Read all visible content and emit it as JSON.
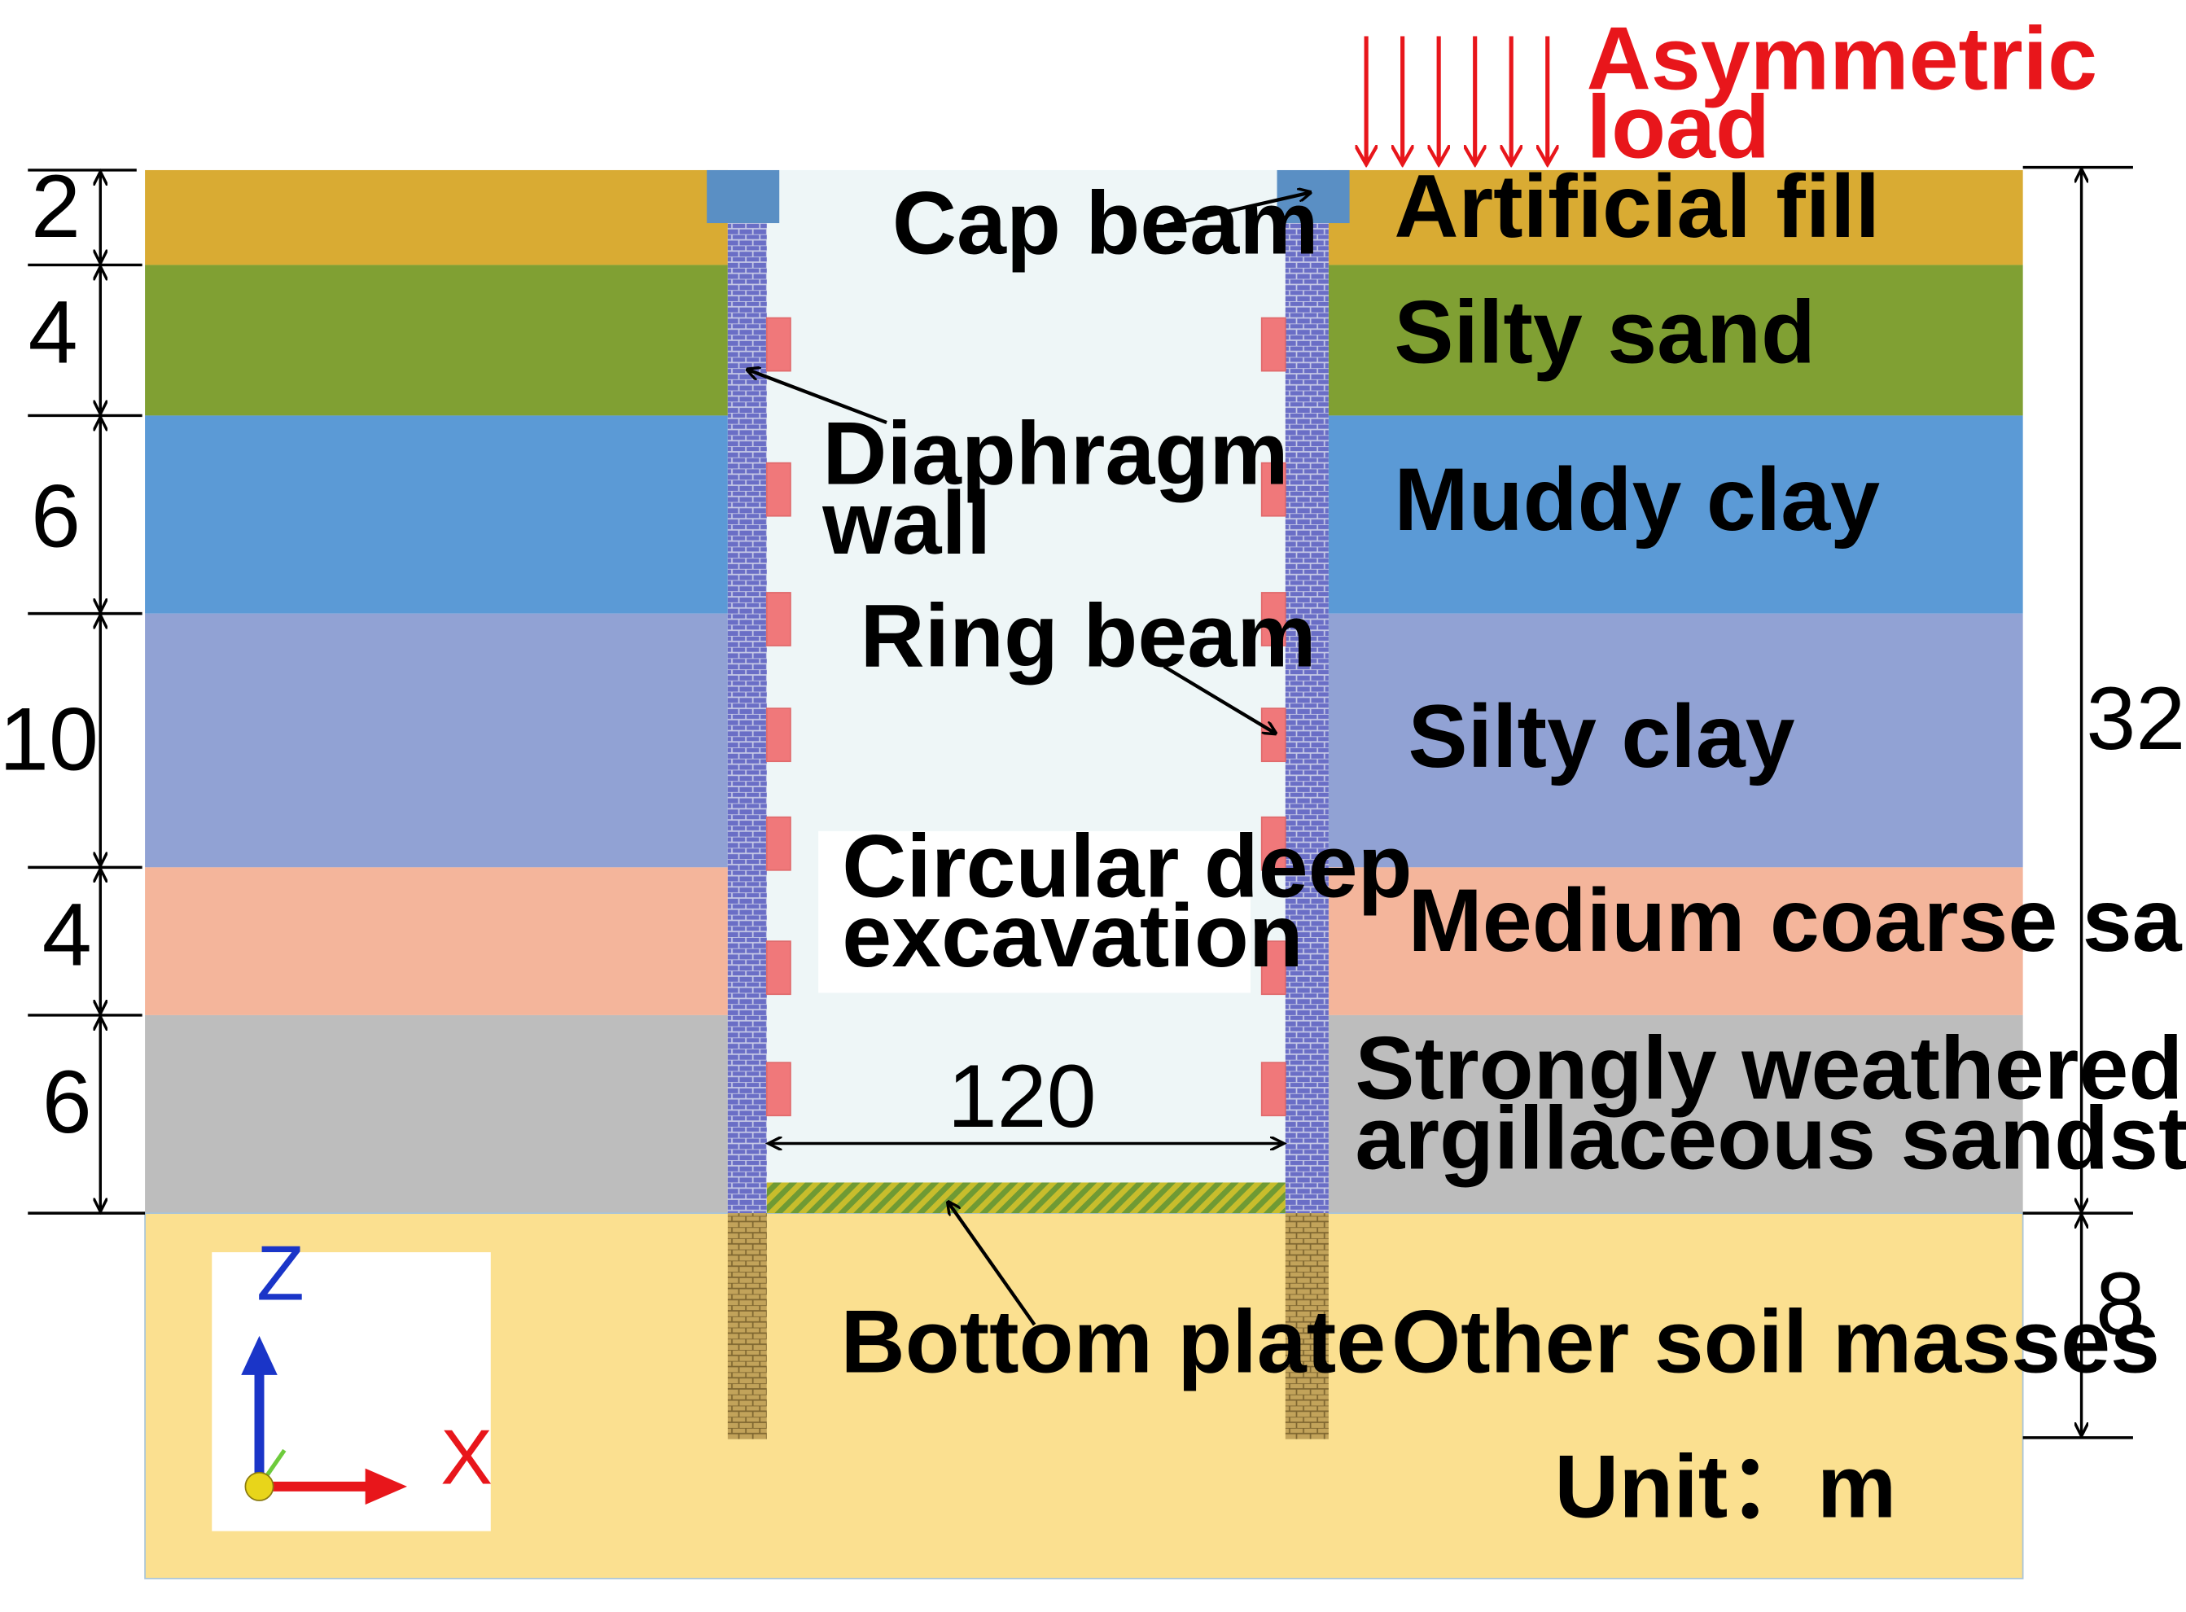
{
  "colors": {
    "artificial_fill": "#d9ab33",
    "silty_sand": "#80a033",
    "muddy_clay": "#5b9ad6",
    "silty_clay": "#91a2d4",
    "medium_coarse_sand": "#f4b59b",
    "weathered_sandstone": "#bdbdbd",
    "other_soil": "#fbe090",
    "excavation": "#eef6f7",
    "cap_beam": "#5a8fc4",
    "ring_beam": "#f0787a",
    "diaphragm_wall": "#6a6ec6",
    "wall_below": "#c2a35a",
    "load": "#e8161b",
    "x_axis": "#e8161b",
    "z_axis": "#1a35c8"
  },
  "load": {
    "line1": "Asymmetric",
    "line2": "load"
  },
  "layers": [
    {
      "name": "Artificial fill",
      "thickness": 2
    },
    {
      "name": "Silty sand",
      "thickness": 4
    },
    {
      "name": "Muddy clay",
      "thickness": 6
    },
    {
      "name": "Silty clay",
      "thickness": 10
    },
    {
      "name": "Medium coarse sand",
      "thickness": 4
    },
    {
      "name": "Strongly weathered argillaceous sandstone",
      "line1": "Strongly weathered",
      "line2": "argillaceous sandstone",
      "thickness": 6
    },
    {
      "name": "Other soil masses",
      "label": "Other soil masses"
    }
  ],
  "dimensions": {
    "left": [
      "2",
      "4",
      "6",
      "10",
      "4",
      "6"
    ],
    "right_excavation": "32",
    "right_below": "8",
    "excavation_width": "120"
  },
  "components": {
    "cap_beam": "Cap beam",
    "diaphragm_wall_1": "Diaphragm",
    "diaphragm_wall_2": "wall",
    "ring_beam": "Ring beam",
    "excavation_1": "Circular deep",
    "excavation_2": "excavation",
    "bottom_plate": "Bottom plate"
  },
  "axes": {
    "z": "Z",
    "x": "X"
  },
  "unit": "Unit：m"
}
